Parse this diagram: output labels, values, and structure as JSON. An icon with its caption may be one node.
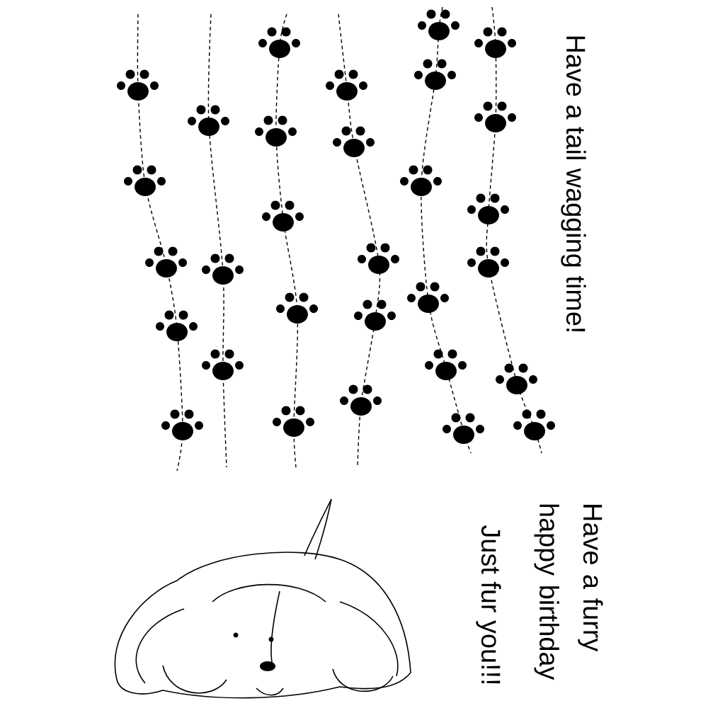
{
  "diagram": {
    "labels": [
      "Have a tail wagging time!",
      "Have a furry happy birthday",
      "Just fur you!!!"
    ]
  }
}
